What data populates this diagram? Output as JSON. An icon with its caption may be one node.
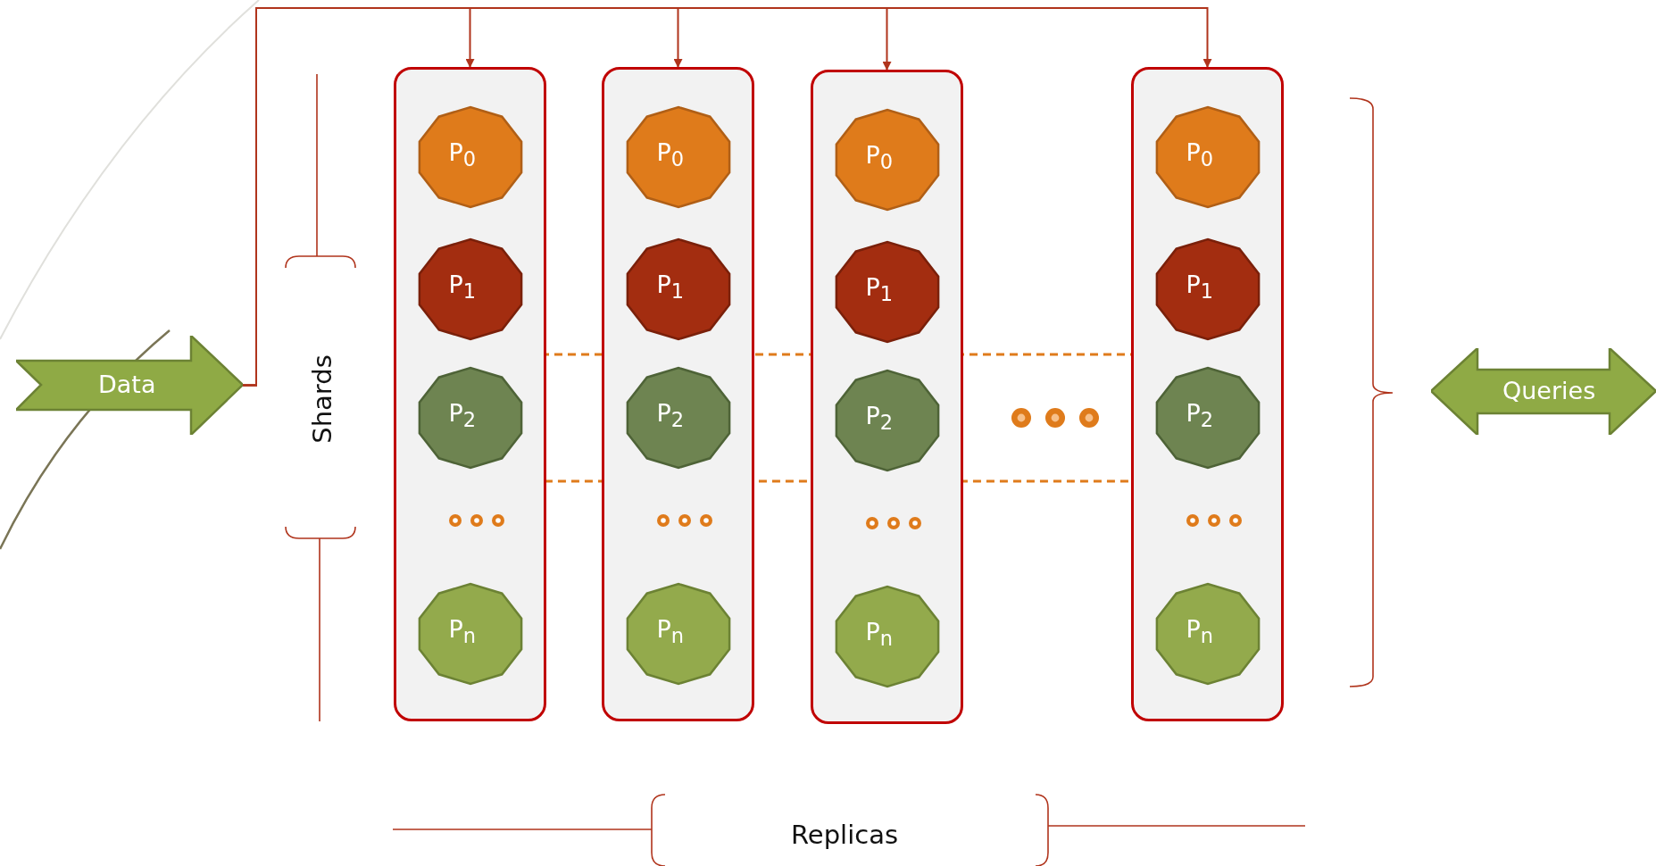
{
  "diagram": {
    "nodes": [
      {
        "text": [
          "Data"
        ]
      },
      {
        "text": [],
        "shape": "box"
      },
      {
        "text": [
          "P$_{0}$"
        ],
        "in": 1
      },
      {
        "text": [
          "P$_{1}$"
        ],
        "in": 1
      },
      {
        "text": [
          "P$_{2}$"
        ],
        "in": 1
      },
      {
        "text": [
          "P$_{n}$"
        ],
        "in": 1
      },
      {
        "text": [],
        "shape": "box"
      },
      {
        "text": [
          "P$_{0}$"
        ],
        "in": 6
      },
      {
        "text": [
          "P$_{1}$"
        ],
        "in": 6
      },
      {
        "text": [
          "P$_{2}$"
        ],
        "in": 6
      },
      {
        "text": [
          "P$_{n}$"
        ],
        "in": 6
      },
      {
        "text": [],
        "shape": "box"
      },
      {
        "text": [
          "P$_{0}$"
        ],
        "in": 11
      },
      {
        "text": [
          "P$_{1}$"
        ],
        "in": 11
      },
      {
        "text": [
          "P$_{2}$"
        ],
        "in": 11
      },
      {
        "text": [
          "P$_{n}$"
        ],
        "in": 11
      },
      {
        "text": [],
        "shape": "box"
      },
      {
        "text": [
          "P$_{0}$"
        ],
        "in": 16
      },
      {
        "text": [
          "P$_{1}$"
        ],
        "in": 16
      },
      {
        "text": [
          "P$_{2}$"
        ],
        "in": 16
      },
      {
        "text": [
          "P$_{n}$"
        ],
        "in": 16
      },
      {
        "text": [
          "Queries"
        ]
      }
    ],
    "edges": [
      {
        "from": 0,
        "to": 1,
        "arrow": "to"
      },
      {
        "from": 0,
        "to": 6,
        "arrow": "to"
      },
      {
        "from": 0,
        "to": 11,
        "arrow": "to"
      },
      {
        "from": 0,
        "to": 16,
        "arrow": "to"
      }
    ],
    "labels": [
      "Shards",
      "Replicas"
    ]
  }
}
